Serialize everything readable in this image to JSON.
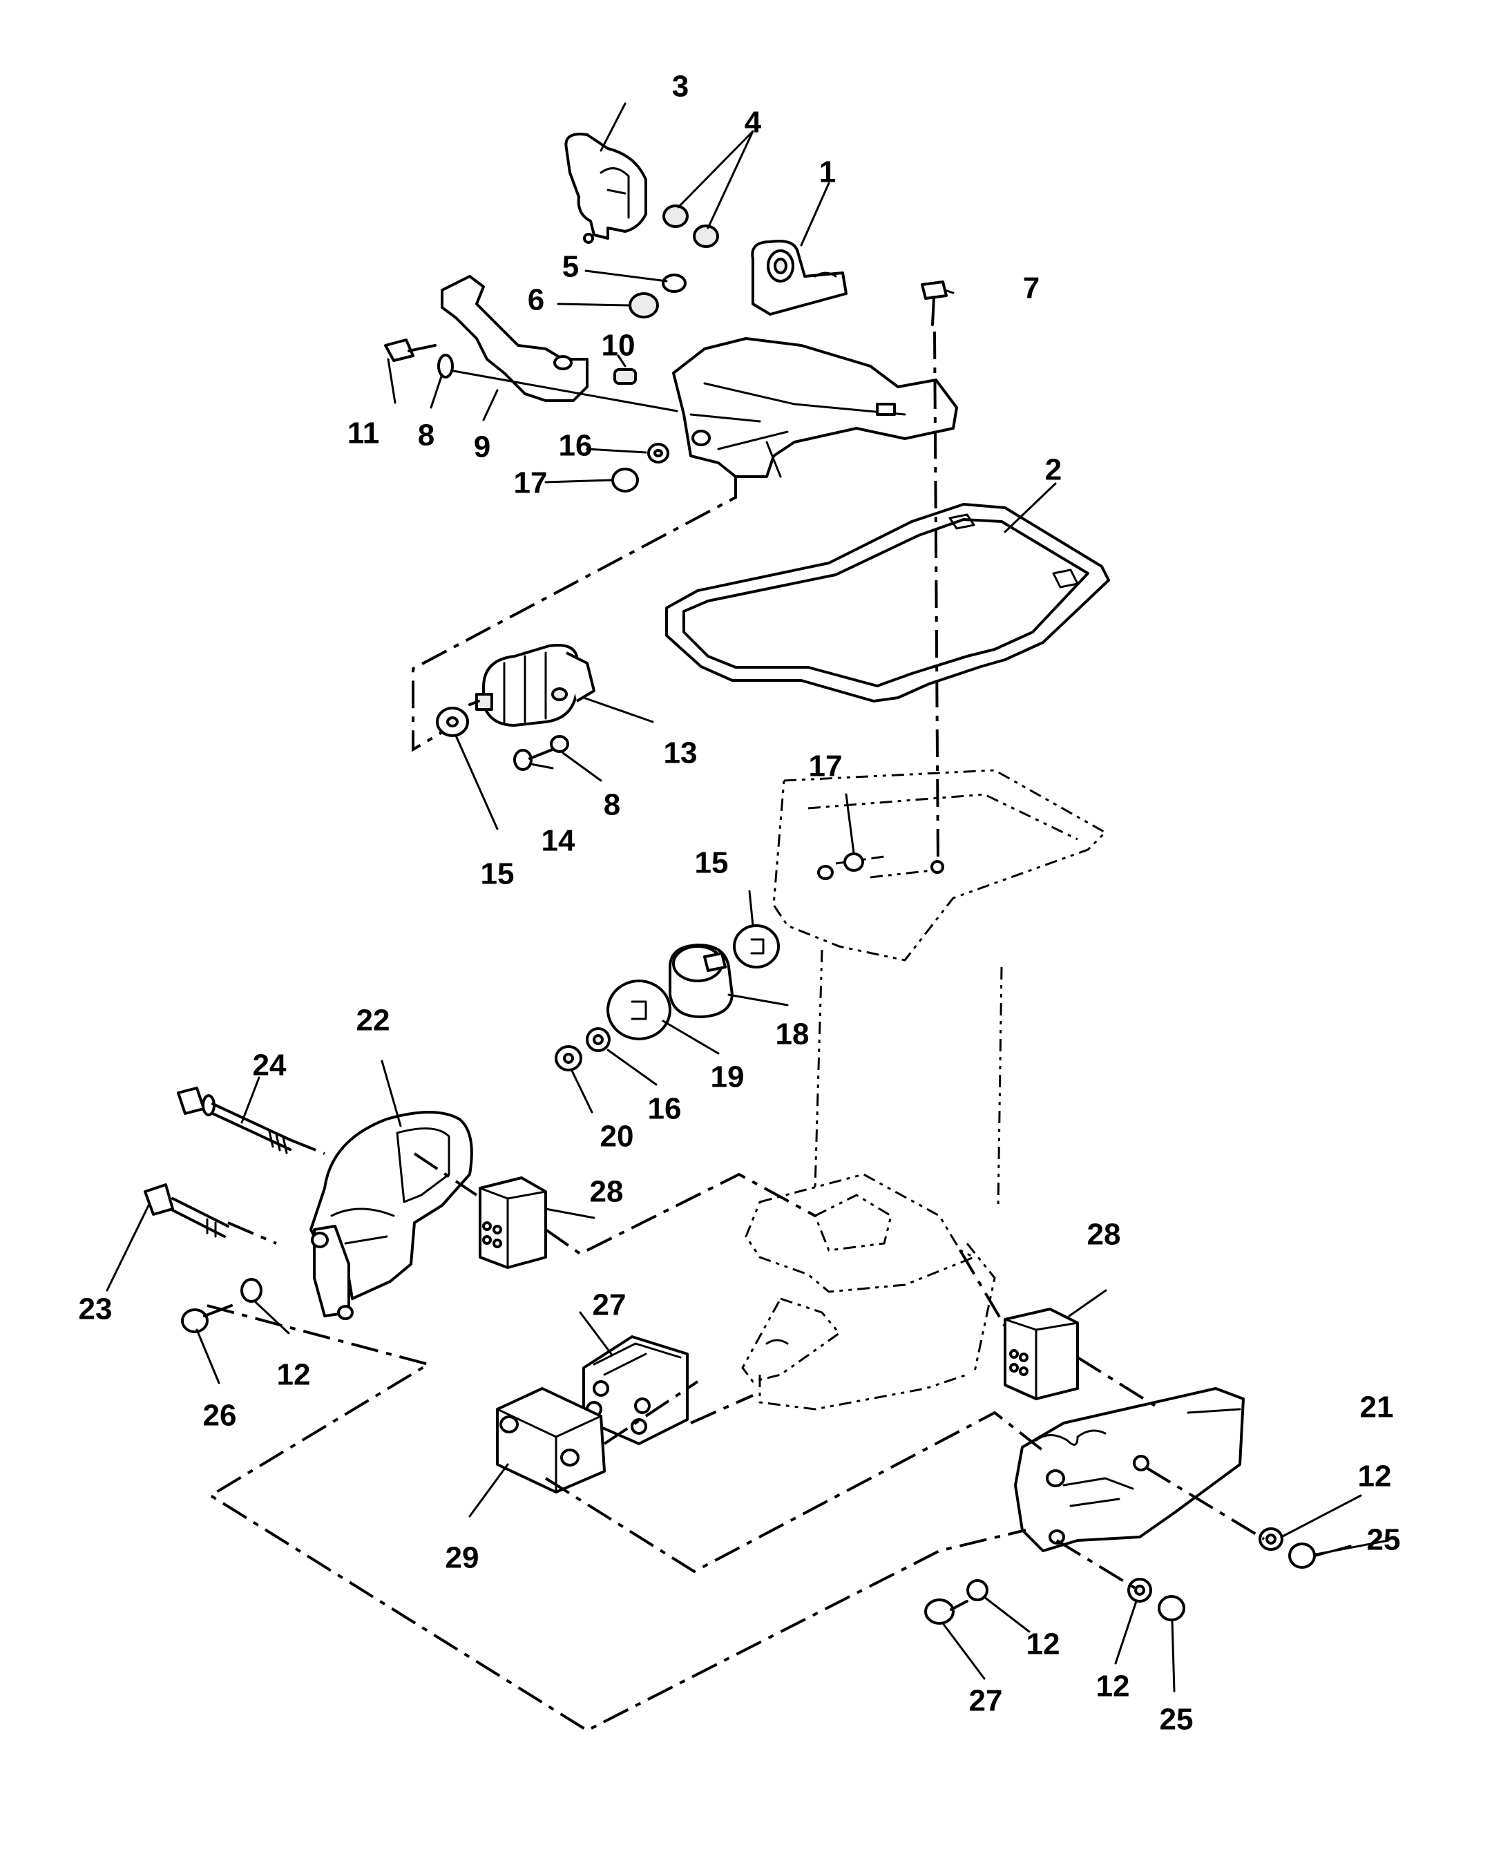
{
  "callouts": [
    {
      "id": "c1",
      "text": "1"
    },
    {
      "id": "c2",
      "text": "2"
    },
    {
      "id": "c3",
      "text": "3"
    },
    {
      "id": "c4",
      "text": "4"
    },
    {
      "id": "c5",
      "text": "5"
    },
    {
      "id": "c6",
      "text": "6"
    },
    {
      "id": "c7",
      "text": "7"
    },
    {
      "id": "c8a",
      "text": "8"
    },
    {
      "id": "c8b",
      "text": "8"
    },
    {
      "id": "c9",
      "text": "9"
    },
    {
      "id": "c10",
      "text": "10"
    },
    {
      "id": "c11",
      "text": "11"
    },
    {
      "id": "c12a",
      "text": "12"
    },
    {
      "id": "c12b",
      "text": "12"
    },
    {
      "id": "c12c",
      "text": "12"
    },
    {
      "id": "c12d",
      "text": "12"
    },
    {
      "id": "c13",
      "text": "13"
    },
    {
      "id": "c14",
      "text": "14"
    },
    {
      "id": "c15a",
      "text": "15"
    },
    {
      "id": "c15b",
      "text": "15"
    },
    {
      "id": "c16a",
      "text": "16"
    },
    {
      "id": "c16b",
      "text": "16"
    },
    {
      "id": "c17a",
      "text": "17"
    },
    {
      "id": "c17b",
      "text": "17"
    },
    {
      "id": "c18",
      "text": "18"
    },
    {
      "id": "c19",
      "text": "19"
    },
    {
      "id": "c20",
      "text": "20"
    },
    {
      "id": "c21",
      "text": "21"
    },
    {
      "id": "c22",
      "text": "22"
    },
    {
      "id": "c23",
      "text": "23"
    },
    {
      "id": "c24",
      "text": "24"
    },
    {
      "id": "c25a",
      "text": "25"
    },
    {
      "id": "c25b",
      "text": "25"
    },
    {
      "id": "c26",
      "text": "26"
    },
    {
      "id": "c27a",
      "text": "27"
    },
    {
      "id": "c27b",
      "text": "27"
    },
    {
      "id": "c28a",
      "text": "28"
    },
    {
      "id": "c28b",
      "text": "28"
    },
    {
      "id": "c29",
      "text": "29"
    }
  ]
}
